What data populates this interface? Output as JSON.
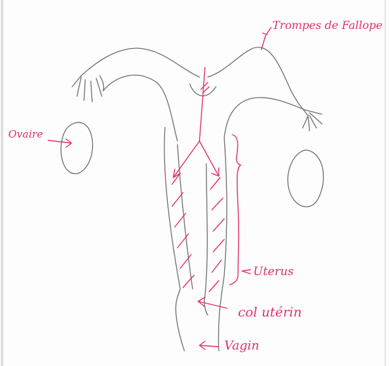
{
  "diagram": {
    "labels": {
      "trompes": "Trompes de Fallope",
      "ovaire": "Ovaire",
      "uterus": "Uterus",
      "col_uterin": "col utérin",
      "vagin": "Vagin"
    },
    "ink_colors": {
      "pencil": "#6f6f6f",
      "annotation": "#e0306a"
    }
  }
}
